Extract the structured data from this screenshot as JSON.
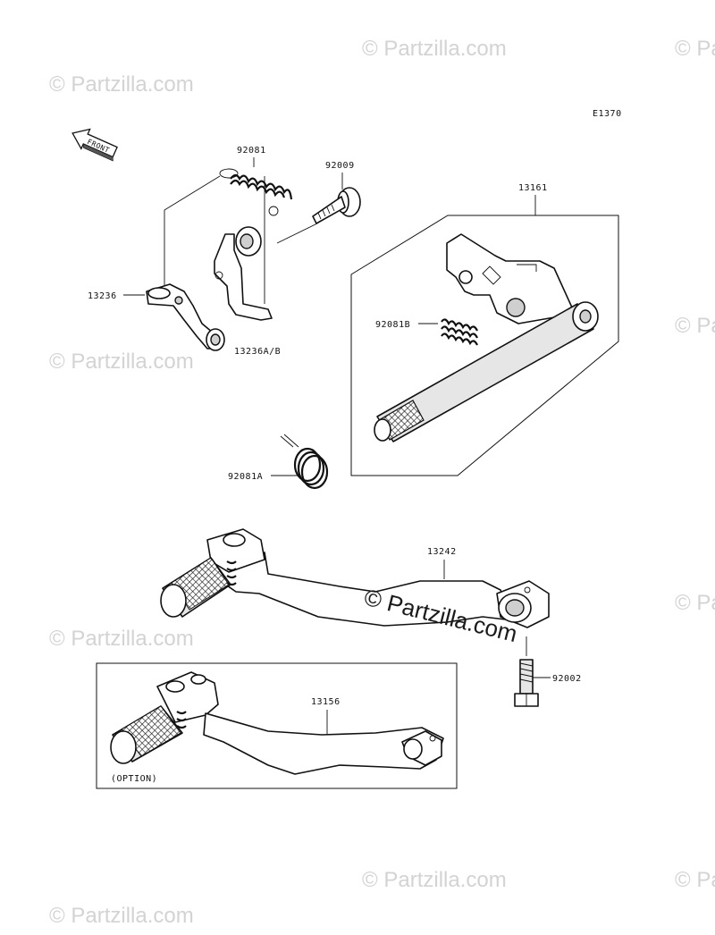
{
  "diagram_code": "E1370",
  "front_label": "FRONT",
  "option_label": "(OPTION)",
  "watermark": {
    "small": "© Partzilla.com",
    "big": "© Partzilla.com"
  },
  "parts": {
    "p92081": "92081",
    "p92009": "92009",
    "p13161": "13161",
    "p13236": "13236",
    "p92081B": "92081B",
    "p13236AB": "13236A/B",
    "p92081A": "92081A",
    "p13242": "13242",
    "p92002": "92002",
    "p13156": "13156"
  }
}
